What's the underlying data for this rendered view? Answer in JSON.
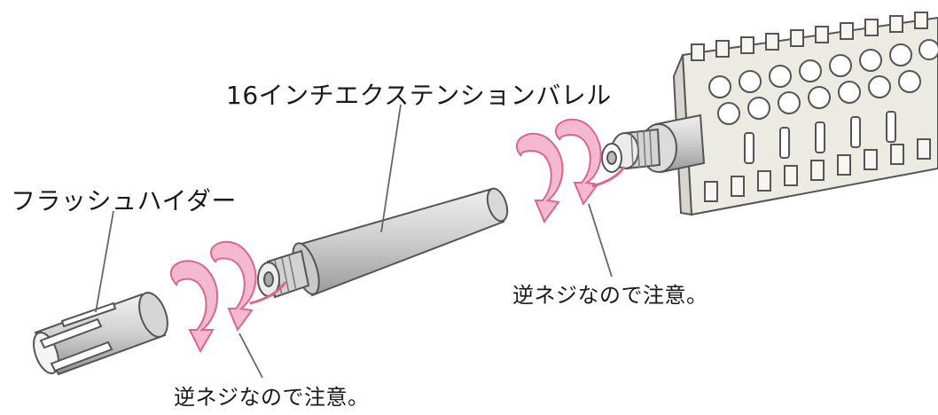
{
  "labels": {
    "barrel": "16インチエクステンションバレル",
    "flash_hider": "フラッシュハイダー",
    "reverse_thread_note_right": "逆ネジなので注意。",
    "reverse_thread_note_left": "逆ネジなので注意。"
  },
  "colors": {
    "arrow_fill": "#f4b9cf",
    "arrow_stroke": "#d9668f",
    "metal_light": "#e6e6e6",
    "metal_mid": "#c9c9c9",
    "metal_dark": "#8c8c8c",
    "line": "#555555",
    "rail": "#e9e6dc"
  },
  "icons": [
    "counterclockwise-arrow-icon",
    "counterclockwise-arrow-icon"
  ]
}
